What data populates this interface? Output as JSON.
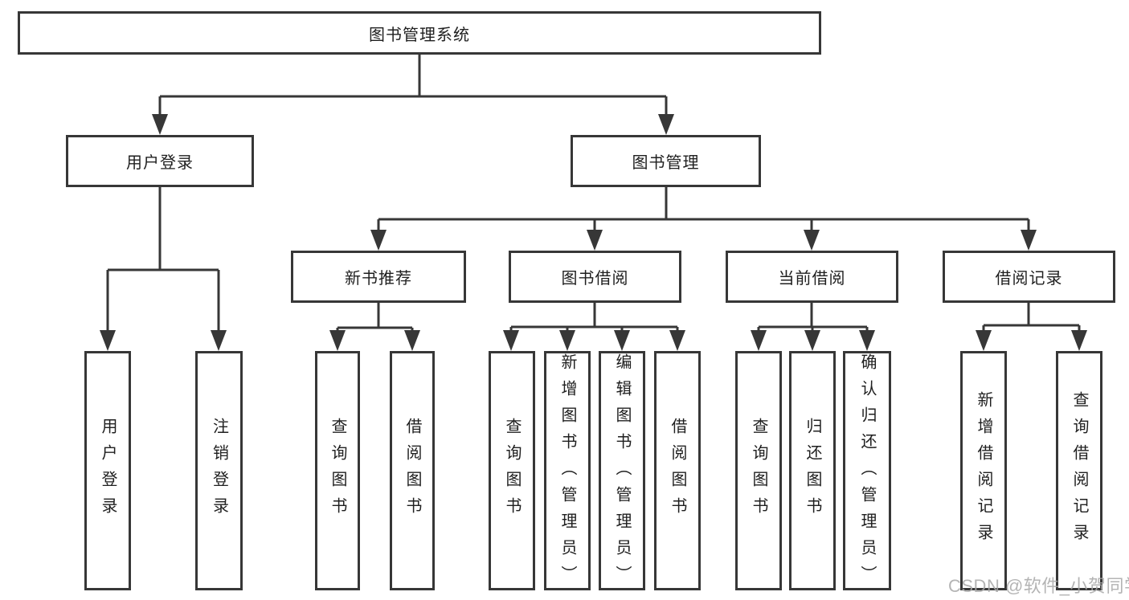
{
  "diagram": {
    "title_node": "图书管理系统",
    "level2": [
      {
        "label": "用户登录"
      },
      {
        "label": "图书管理"
      }
    ],
    "level3": [
      {
        "label": "新书推荐",
        "parent": "图书管理"
      },
      {
        "label": "图书借阅",
        "parent": "图书管理"
      },
      {
        "label": "当前借阅",
        "parent": "图书管理"
      },
      {
        "label": "借阅记录",
        "parent": "图书管理"
      }
    ],
    "leaves": [
      {
        "label": "用户登录",
        "parent": "用户登录"
      },
      {
        "label": "注销登录",
        "parent": "用户登录"
      },
      {
        "label": "查询图书",
        "parent": "新书推荐"
      },
      {
        "label": "借阅图书",
        "parent": "新书推荐"
      },
      {
        "label": "查询图书",
        "parent": "图书借阅"
      },
      {
        "label": "新增图书（管理员）",
        "parent": "图书借阅"
      },
      {
        "label": "编辑图书（管理员）",
        "parent": "图书借阅"
      },
      {
        "label": "借阅图书",
        "parent": "图书借阅"
      },
      {
        "label": "查询图书",
        "parent": "当前借阅"
      },
      {
        "label": "归还图书",
        "parent": "当前借阅"
      },
      {
        "label": "确认归还（管理员）",
        "parent": "当前借阅"
      },
      {
        "label": "新增借阅记录",
        "parent": "借阅记录"
      },
      {
        "label": "查询借阅记录",
        "parent": "借阅记录"
      }
    ]
  },
  "watermark": "CSDN @软件_小贺同学",
  "colors": {
    "line": "#373737",
    "text": "#1f1f1f",
    "background": "#ffffff",
    "watermark": "#a8a8a8"
  }
}
